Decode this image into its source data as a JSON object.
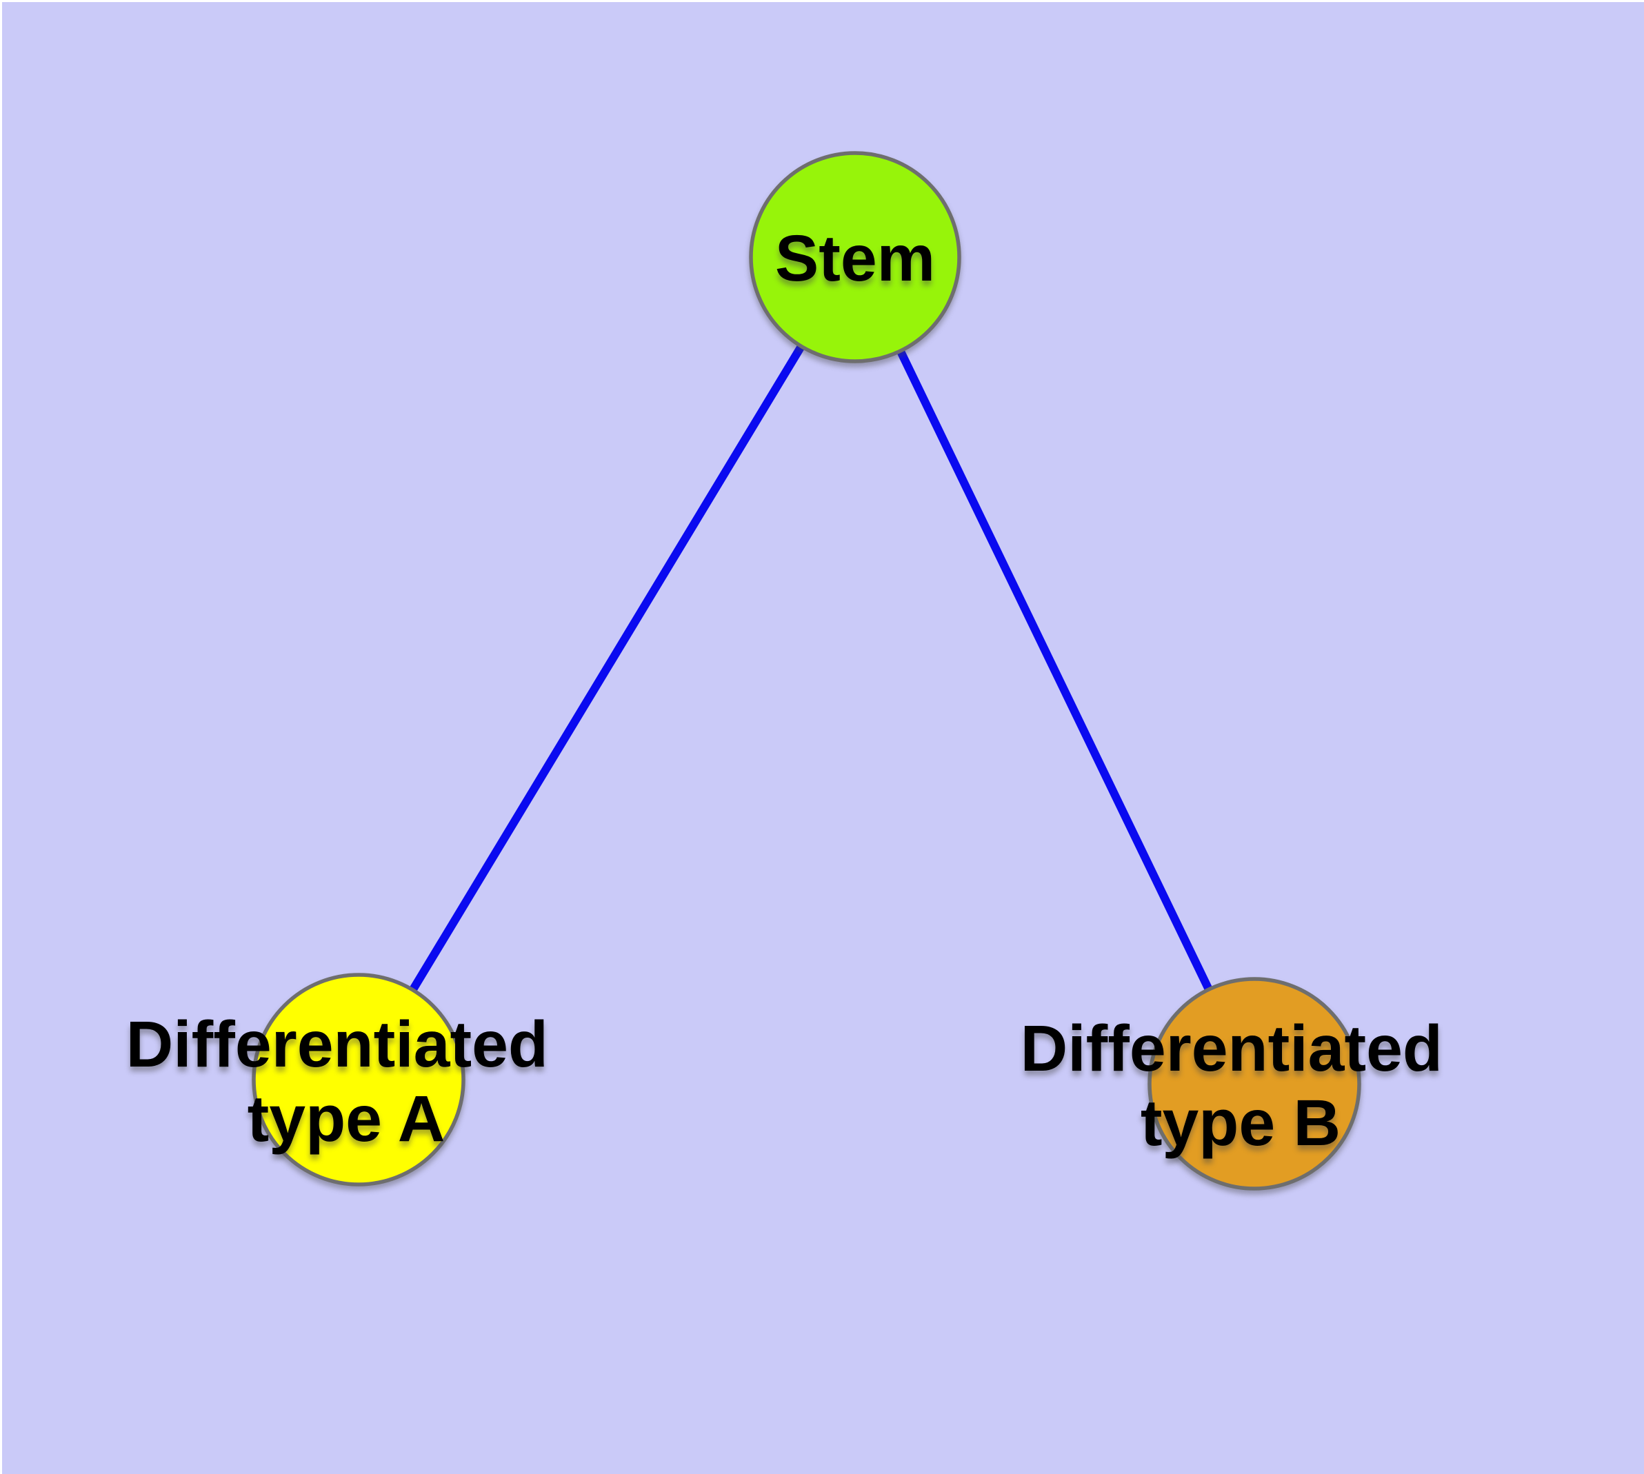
{
  "diagram": {
    "title": "",
    "background_color": "#cacaf8",
    "page_margin_color": "#ffffff",
    "edge_color": "#0a0af0",
    "node_border_color": "#6e6e6e",
    "label_text_color": "#000000",
    "nodes": [
      {
        "id": "stem",
        "label": "Stem",
        "label_lines": [
          "Stem"
        ],
        "fill_color": "#97f40a"
      },
      {
        "id": "differentiated-type-a",
        "label": "Differentiated type A",
        "label_lines": [
          "Differentiated",
          "type A"
        ],
        "fill_color": "#ffff00"
      },
      {
        "id": "differentiated-type-b",
        "label": "Differentiated type B",
        "label_lines": [
          "Differentiated",
          "type B"
        ],
        "fill_color": "#e29d23"
      }
    ],
    "edges": [
      {
        "from": "stem",
        "to": "differentiated-type-a"
      },
      {
        "from": "stem",
        "to": "differentiated-type-b"
      }
    ]
  }
}
